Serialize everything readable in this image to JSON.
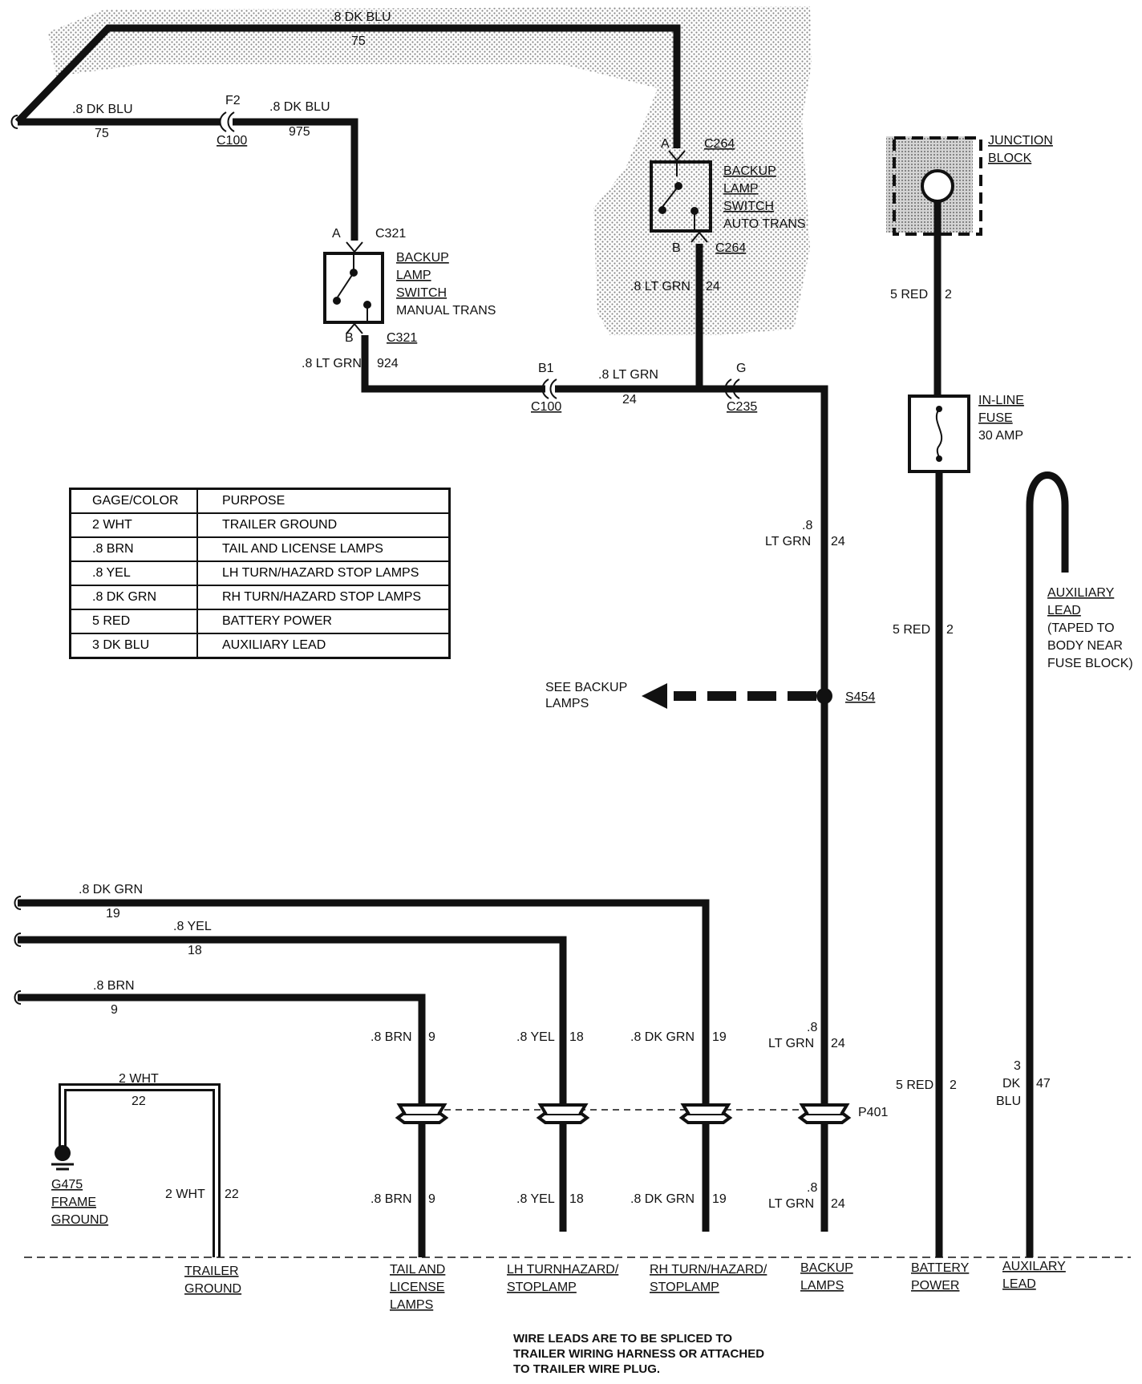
{
  "wires": {
    "top_blue_gauge": ".8 DK BLU",
    "top_blue_circuit": "75",
    "left_blue_gauge": ".8 DK BLU",
    "left_blue_circuit": "75",
    "c100_blue_gauge": ".8 DK BLU",
    "c100_blue_circuit": "975",
    "manual_out_gauge": ".8 LT GRN",
    "manual_out_circuit": "924",
    "auto_out_gauge": ".8 LT GRN",
    "auto_out_circuit": "24",
    "mid_green_gauge": ".8 LT GRN",
    "mid_green_circuit": "24",
    "right_green_gauge_a": ".8",
    "right_green_gauge_b": "LT GRN",
    "right_green_circuit": "24",
    "dkgrn_gauge": ".8 DK GRN",
    "dkgrn_circuit": "19",
    "yel_gauge": ".8 YEL",
    "yel_circuit": "18",
    "brn_gauge": ".8 BRN",
    "brn_circuit": "9",
    "wht_gauge": "2 WHT",
    "wht_circuit": "22",
    "red_gauge": "5 RED",
    "red_circuit": "2",
    "aux_gauge_a": "3",
    "aux_gauge_b": "DK",
    "aux_gauge_c": "BLU",
    "aux_circuit": "47"
  },
  "connectors": {
    "f2": "F2",
    "c100": "C100",
    "c321": "C321",
    "c264": "C264",
    "b1": "B1",
    "g": "G",
    "c235": "C235",
    "s454": "S454",
    "p401": "P401",
    "pin_a": "A",
    "pin_b": "B"
  },
  "components": {
    "manual_switch": [
      "BACKUP",
      "LAMP",
      "SWITCH",
      "MANUAL TRANS"
    ],
    "auto_switch": [
      "BACKUP",
      "LAMP",
      "SWITCH",
      "AUTO TRANS"
    ],
    "junction_block": [
      "JUNCTION",
      "BLOCK"
    ],
    "fuse": [
      "IN-LINE",
      "FUSE",
      "30 AMP"
    ],
    "aux_lead": [
      "AUXILIARY",
      "LEAD",
      "(TAPED TO",
      "BODY NEAR",
      "FUSE BLOCK)"
    ],
    "see_backup": [
      "SEE BACKUP",
      "LAMPS"
    ],
    "ground": [
      "G475",
      "FRAME",
      "GROUND"
    ]
  },
  "legend": {
    "headers": [
      "GAGE/COLOR",
      "PURPOSE"
    ],
    "rows": [
      [
        "2 WHT",
        "TRAILER GROUND"
      ],
      [
        ".8 BRN",
        "TAIL AND LICENSE LAMPS"
      ],
      [
        ".8 YEL",
        "LH TURN/HAZARD STOP LAMPS"
      ],
      [
        ".8 DK GRN",
        "RH TURN/HAZARD STOP LAMPS"
      ],
      [
        "5 RED",
        "BATTERY POWER"
      ],
      [
        "3 DK BLU",
        "AUXILIARY LEAD"
      ]
    ]
  },
  "outputs": {
    "trailer_ground": [
      "TRAILER",
      "GROUND"
    ],
    "tail_license": [
      "TAIL AND",
      "LICENSE",
      "LAMPS"
    ],
    "lh_turn": [
      "LH TURNHAZARD/",
      "STOPLAMP"
    ],
    "rh_turn": [
      "RH TURN/HAZARD/",
      "STOPLAMP"
    ],
    "backup_lamps": [
      "BACKUP",
      "LAMPS"
    ],
    "battery_power": [
      "BATTERY",
      "POWER"
    ],
    "auxilary_lead": [
      "AUXILARY",
      "LEAD"
    ]
  },
  "note": "WIRE LEADS ARE TO BE SPLICED TO TRAILER WIRING HARNESS OR ATTACHED TO TRAILER WIRE PLUG."
}
